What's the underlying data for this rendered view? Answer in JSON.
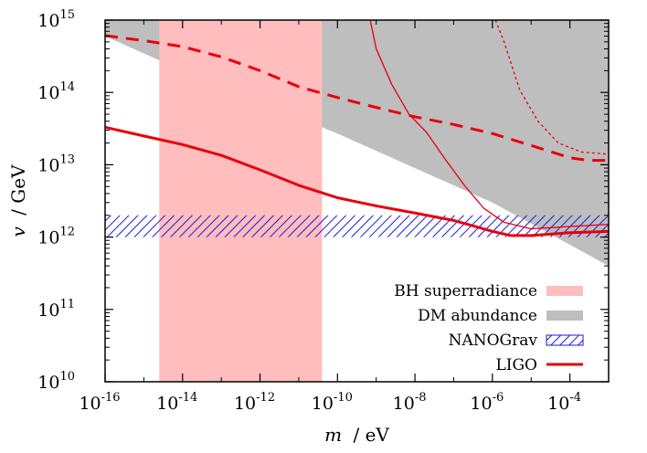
{
  "chart_data": {
    "type": "line",
    "title": "",
    "xlabel": {
      "var": "m",
      "unit": "/ eV"
    },
    "ylabel": {
      "var": "v",
      "unit": "/ GeV"
    },
    "xscale": "log",
    "yscale": "log",
    "xlim": [
      1e-16,
      0.001
    ],
    "ylim": [
      10000000000.0,
      1000000000000000.0
    ],
    "x_ticks": [
      {
        "base": "10",
        "exp": "-16"
      },
      {
        "base": "10",
        "exp": "-14"
      },
      {
        "base": "10",
        "exp": "-12"
      },
      {
        "base": "10",
        "exp": "-10"
      },
      {
        "base": "10",
        "exp": "-8"
      },
      {
        "base": "10",
        "exp": "-6"
      },
      {
        "base": "10",
        "exp": "-4"
      }
    ],
    "y_ticks": [
      {
        "base": "10",
        "exp": "10"
      },
      {
        "base": "10",
        "exp": "11"
      },
      {
        "base": "10",
        "exp": "12"
      },
      {
        "base": "10",
        "exp": "13"
      },
      {
        "base": "10",
        "exp": "14"
      },
      {
        "base": "10",
        "exp": "15"
      }
    ],
    "grid": false,
    "legend_position": "bottom-right",
    "legend": [
      {
        "label": "BH superradiance",
        "style": "fill",
        "color": "#ffbdbd"
      },
      {
        "label": "DM abundance",
        "style": "fill",
        "color": "#bebebe"
      },
      {
        "label": "NANOGrav",
        "style": "hatch",
        "color": "#1a1ad9"
      },
      {
        "label": "LIGO",
        "style": "line",
        "color": "#e8000b"
      }
    ],
    "bh_superradiance_band": {
      "x_range": [
        2.5e-15,
        4e-11
      ],
      "color": "#ffbdbd"
    },
    "dm_abundance_region": {
      "boundary": [
        [
          1e-16,
          600000000000000.0
        ],
        [
          1e-14,
          200000000000000.0
        ],
        [
          1e-10,
          27000000000000.0
        ],
        [
          1e-06,
          3000000000000.0
        ],
        [
          0.001,
          400000000000.0
        ]
      ],
      "color": "#bebebe"
    },
    "nanograv_band": {
      "y_range": [
        1000000000000.0,
        2000000000000.0
      ],
      "color": "#1a1ad9"
    },
    "series": [
      {
        "style": "solid-thick",
        "color": "#e8000b",
        "points": [
          [
            1e-16,
            33000000000000.0
          ],
          [
            1e-15,
            25000000000000.0
          ],
          [
            1e-14,
            19000000000000.0
          ],
          [
            1e-13,
            13500000000000.0
          ],
          [
            1e-12,
            8500000000000.0
          ],
          [
            1e-11,
            5200000000000.0
          ],
          [
            1e-10,
            3500000000000.0
          ],
          [
            1e-09,
            2700000000000.0
          ],
          [
            1e-08,
            2150000000000.0
          ],
          [
            1e-07,
            1700000000000.0
          ],
          [
            1e-06,
            1200000000000.0
          ],
          [
            3e-06,
            1050000000000.0
          ],
          [
            1e-05,
            1050000000000.0
          ],
          [
            0.0001,
            1150000000000.0
          ],
          [
            0.001,
            1200000000000.0
          ]
        ]
      },
      {
        "style": "dashed-thick",
        "color": "#e8000b",
        "points": [
          [
            1e-16,
            610000000000000.0
          ],
          [
            1e-15,
            520000000000000.0
          ],
          [
            1e-14,
            430000000000000.0
          ],
          [
            1e-13,
            310000000000000.0
          ],
          [
            1e-12,
            200000000000000.0
          ],
          [
            1e-11,
            120000000000000.0
          ],
          [
            1e-10,
            85000000000000.0
          ],
          [
            1e-09,
            62000000000000.0
          ],
          [
            1e-08,
            46000000000000.0
          ],
          [
            1e-07,
            36000000000000.0
          ],
          [
            1e-06,
            27000000000000.0
          ],
          [
            1e-05,
            18500000000000.0
          ],
          [
            0.0001,
            12500000000000.0
          ],
          [
            0.0003,
            11500000000000.0
          ],
          [
            0.001,
            11500000000000.0
          ]
        ]
      },
      {
        "style": "solid-thin",
        "color": "#e8000b",
        "points": [
          [
            7e-10,
            1000000000000000.0
          ],
          [
            1e-09,
            400000000000000.0
          ],
          [
            2.5e-09,
            130000000000000.0
          ],
          [
            7e-09,
            50000000000000.0
          ],
          [
            2e-08,
            28000000000000.0
          ],
          [
            6e-08,
            12000000000000.0
          ],
          [
            2e-07,
            5000000000000.0
          ],
          [
            6e-07,
            2500000000000.0
          ],
          [
            2e-06,
            1600000000000.0
          ],
          [
            1e-05,
            1300000000000.0
          ],
          [
            0.0001,
            1400000000000.0
          ],
          [
            0.001,
            1500000000000.0
          ]
        ]
      },
      {
        "style": "dotted-thin",
        "color": "#e8000b",
        "points": [
          [
            1.2e-06,
            1000000000000000.0
          ],
          [
            2e-06,
            500000000000000.0
          ],
          [
            5e-06,
            110000000000000.0
          ],
          [
            1.5e-05,
            40000000000000.0
          ],
          [
            5e-05,
            20000000000000.0
          ],
          [
            0.0002,
            15000000000000.0
          ],
          [
            0.001,
            14000000000000.0
          ]
        ]
      }
    ]
  }
}
